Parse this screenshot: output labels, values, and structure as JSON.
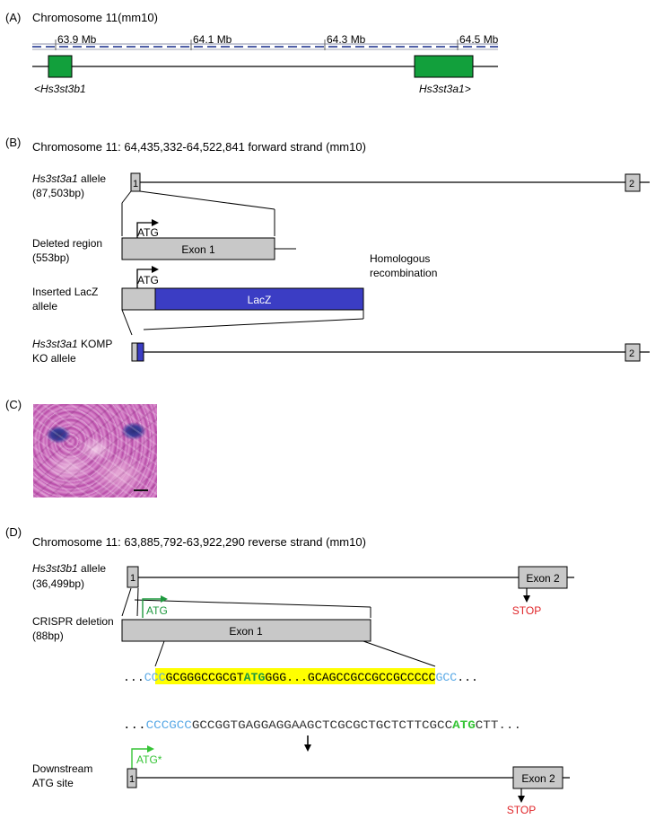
{
  "panel_a": {
    "label": "(A)",
    "title": "Chromosome 11(mm10)",
    "ticks": [
      "63.9 Mb",
      "64.1 Mb",
      "64.3 Mb",
      "64.5 Mb"
    ],
    "gene_left": "<Hs3st3b1",
    "gene_right": "Hs3st3a1>",
    "gene_color": "#12a03c"
  },
  "panel_b": {
    "label": "(B)",
    "title": "Chromosome 11: 64,435,332-64,522,841 forward strand (mm10)",
    "allele_gene": "Hs3st3a1",
    "allele_suffix": " allele",
    "allele_size": "(87,503bp)",
    "exon1_num": "1",
    "exon2_num": "2",
    "deleted_label": "Deleted region",
    "deleted_size": "(553bp)",
    "atg": "ATG",
    "exon1_label": "Exon 1",
    "inserted_line1": "Inserted LacZ",
    "inserted_line2": "allele",
    "lacz_label": "LacZ",
    "homologous_line1": "Homologous",
    "homologous_line2": "recombination",
    "ko_gene": "Hs3st3a1",
    "ko_suffix": " KOMP",
    "ko_line2": "KO allele",
    "lacz_color": "#3b3dc4"
  },
  "panel_c": {
    "label": "(C)"
  },
  "panel_d": {
    "label": "(D)",
    "title": "Chromosome 11: 63,885,792-63,922,290 reverse strand (mm10)",
    "allele_gene": "Hs3st3b1",
    "allele_suffix": " allele",
    "allele_size": "(36,499bp)",
    "exon1_num": "1",
    "exon2_label": "Exon 2",
    "stop": "STOP",
    "atg": "ATG",
    "crispr_label": "CRISPR deletion",
    "crispr_size": "(88bp)",
    "exon1_label": "Exon 1",
    "seq1_pre_dots": "...",
    "seq1_flank_left": "CCC",
    "seq1_hl_a": "GCGGGCCGCGT",
    "seq1_hl_atg": "ATG",
    "seq1_hl_b": "GGG...GCAGCCGCCGCCGCCCCC",
    "seq1_flank_right": "GCC",
    "seq1_post_dots": "...",
    "seq2_pre_dots": "...",
    "seq2_flank": "CCCGCC",
    "seq2_mid": "GCCGGTGAGGAGGAAGCTCGCGCTGCTCTTCGCC",
    "seq2_atg": "ATG",
    "seq2_tail": "CTT...",
    "downstream_line1": "Downstream",
    "downstream_line2": "ATG site",
    "atg_star": "ATG*",
    "exon1_num_b": "1",
    "exon2_label_b": "Exon 2",
    "stop_b": "STOP",
    "highlight_color": "#ffff00",
    "flank_color": "#59a9e6",
    "atg_color": "#1f9a3f",
    "atg_star_color": "#36c436",
    "stop_color": "#e0262a"
  }
}
